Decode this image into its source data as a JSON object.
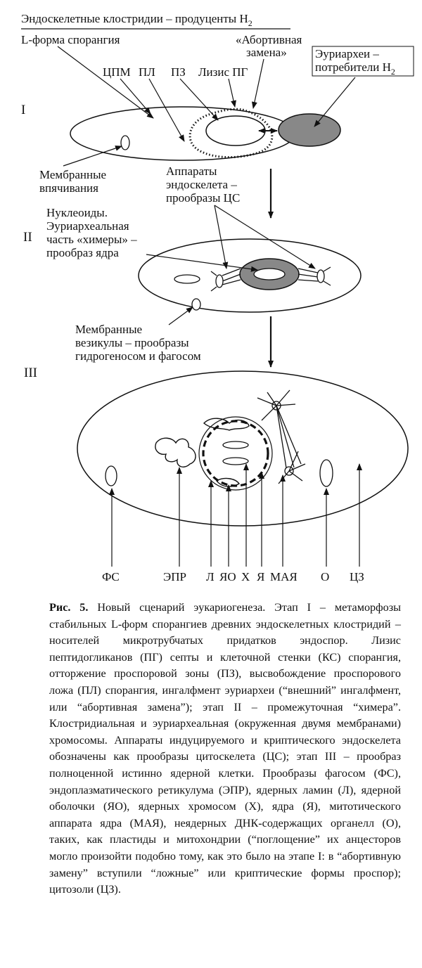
{
  "title": {
    "line1": "Эндоскелетные клостридии – продуценты H",
    "line1_sub": "2",
    "line2": "L-форма спорангия"
  },
  "stage_labels": [
    "I",
    "II",
    "III"
  ],
  "stage1": {
    "cpm": "ЦПМ",
    "pl": "ПЛ",
    "pz": "ПЗ",
    "lysis": "Лизис ПГ",
    "abortive_line1": "«Абортивная",
    "abortive_line2": "замена»",
    "euryarchaea_line1": "Эуриархеи –",
    "euryarchaea_line2": "потребители H",
    "euryarchaea_sub": "2",
    "membrane_line1": "Мембранные",
    "membrane_line2": "впячивания",
    "apparatus_line1": "Аппараты",
    "apparatus_line2": "эндоскелета –",
    "apparatus_line3": "прообразы ЦС"
  },
  "stage2": {
    "nucleoid_line1": "Нуклеоиды.",
    "nucleoid_line2": "Эуриархеальная",
    "nucleoid_line3": "часть «химеры» –",
    "nucleoid_line4": "прообраз ядра",
    "vesicle_line1": "Мембранные",
    "vesicle_line2": "везикулы – прообразы",
    "vesicle_line3": "гидрогеносом и фагосом"
  },
  "stage3": {
    "bottom_labels": [
      "ФС",
      "ЭПР",
      "Л",
      "ЯО",
      "Х",
      "Я",
      "МАЯ",
      "О",
      "ЦЗ"
    ]
  },
  "caption": {
    "label": "Рис. 5.",
    "text": "Новый сценарий эукариогенеза. Этап I – метаморфозы стабильных L-форм спорангиев древних эндоскелетных клостридий – носителей микротрубчатых придатков эндоспор. Лизис пептидогликанов (ПГ) септы и клеточной стенки (КС) спорангия, отторжение проспоровой зоны (ПЗ), высвобождение проспорового ложа (ПЛ) спорангия, ингалфмент эуриархеи (“внешний” ингалфмент, или “абортивная замена”); этап II – промежуточная “химера”. Клостридиальная и эуриархеальная (окруженная двумя мембранами) хромосомы. Аппараты индуцируемого и криптического эндоскелета обозначены как прообразы цитоскелета (ЦС); этап III – прообраз полноценной истинно ядерной клетки. Прообразы фагосом (ФС), эндоплазматического ретикулума (ЭПР), ядерных ламин (Л), ядерной оболочки (ЯО), ядерных хромосом (Х), ядра (Я), митотического аппарата ядра (МАЯ), неядерных ДНК-содержащих органелл (О), таких, как пластиды и митохондрии (“поглощение” их анцесторов могло произойти подобно тому, как это было на этапе I: в “абортивную замену” вступили “ложные” или криптические формы проспор); цитозоли (ЦЗ)."
  }
}
